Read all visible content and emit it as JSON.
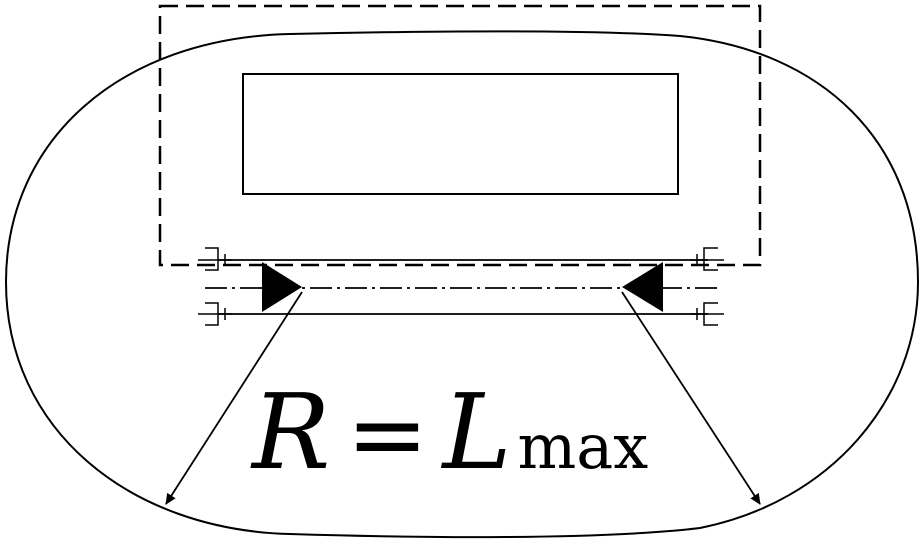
{
  "formula": {
    "lhs": "R",
    "operator": "=",
    "rhs_var": "L",
    "rhs_subscript": "max"
  },
  "colors": {
    "line": "#000000",
    "background": "#ffffff"
  },
  "elements": {
    "boundary": "rounded-outer-boundary",
    "dashed_zone": "dashed-rectangle-zone",
    "inner_box": "solid-rectangle",
    "rails": "double-line-track-with-dash-dot-centerline",
    "left_marker": "triangle-pointer-right",
    "right_marker": "triangle-pointer-left",
    "left_radius": "arrow-to-boundary-bottom-left",
    "right_radius": "arrow-to-boundary-bottom-right"
  }
}
